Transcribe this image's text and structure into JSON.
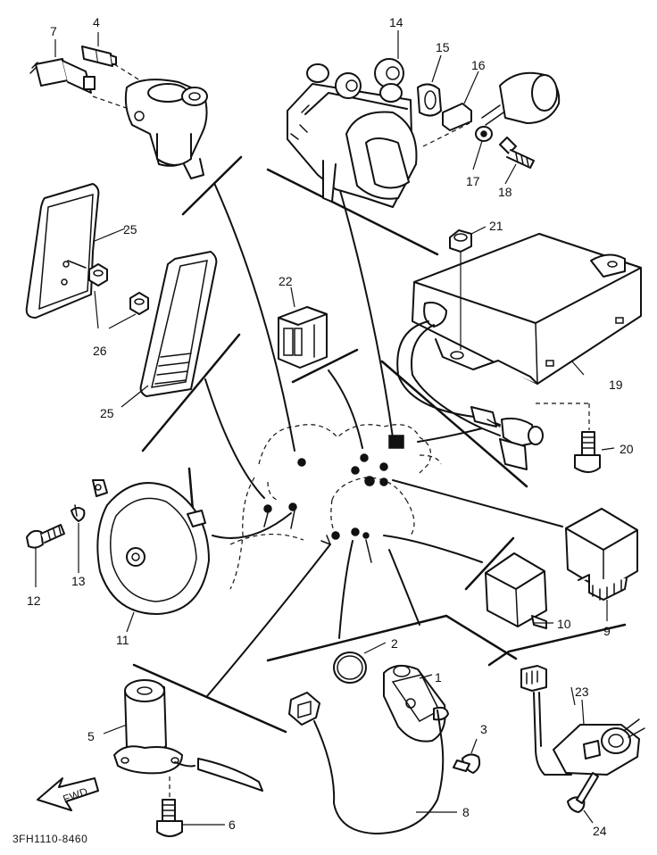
{
  "diagram": {
    "drawing_code": "3FH1110-8460",
    "fwd_label": "FWD",
    "callouts": [
      {
        "id": "1",
        "label": "1"
      },
      {
        "id": "2",
        "label": "2"
      },
      {
        "id": "3",
        "label": "3"
      },
      {
        "id": "4",
        "label": "4"
      },
      {
        "id": "5",
        "label": "5"
      },
      {
        "id": "6",
        "label": "6"
      },
      {
        "id": "7",
        "label": "7"
      },
      {
        "id": "8",
        "label": "8"
      },
      {
        "id": "9",
        "label": "9"
      },
      {
        "id": "10",
        "label": "10"
      },
      {
        "id": "11",
        "label": "11"
      },
      {
        "id": "12",
        "label": "12"
      },
      {
        "id": "13",
        "label": "13"
      },
      {
        "id": "14",
        "label": "14"
      },
      {
        "id": "15",
        "label": "15"
      },
      {
        "id": "16",
        "label": "16"
      },
      {
        "id": "17",
        "label": "17"
      },
      {
        "id": "18",
        "label": "18"
      },
      {
        "id": "19",
        "label": "19"
      },
      {
        "id": "20",
        "label": "20"
      },
      {
        "id": "21",
        "label": "21"
      },
      {
        "id": "22",
        "label": "22"
      },
      {
        "id": "23",
        "label": "23"
      },
      {
        "id": "24",
        "label": "24"
      },
      {
        "id": "25a",
        "label": "25"
      },
      {
        "id": "25b",
        "label": "25"
      },
      {
        "id": "26",
        "label": "26"
      }
    ]
  }
}
